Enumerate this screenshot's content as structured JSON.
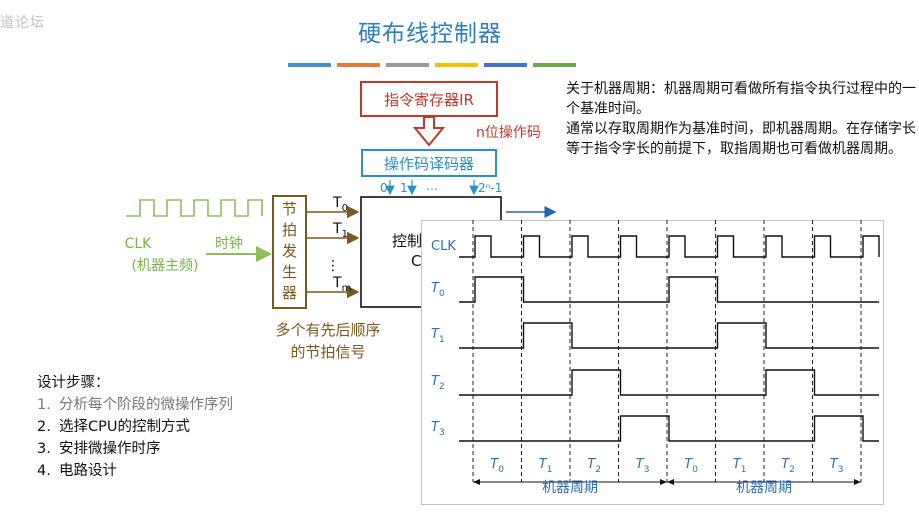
{
  "watermark": "道论坛",
  "title": "硬布线控制器",
  "title_bars": [
    "#4a8fcf",
    "#e07b39",
    "#9a9a9a",
    "#f2c200",
    "#4471c4",
    "#6aab46"
  ],
  "diagram": {
    "ir_label": "指令寄存器IR",
    "opcode_label": "n位操作码",
    "decoder_label": "操作码译码器",
    "decoder_out_0": "0",
    "decoder_out_1": "1",
    "decoder_dots": "…",
    "decoder_out_last": "2ⁿ-1",
    "clk_label": "CLK",
    "clk_sub_label": "(机器主频)",
    "clock_label": "时钟",
    "beat_gen_label": "节拍发生器",
    "beat_gen_chars": [
      "节",
      "拍",
      "发",
      "生",
      "器"
    ],
    "t0": "T",
    "t0_sub": "0",
    "t1": "T",
    "t1_sub": "1",
    "tdots": "⋮",
    "tm": "T",
    "tm_sub": "m",
    "controller_label": "控制",
    "controller_label2": "C",
    "beat_signal_line1": "多个有先后顺序",
    "beat_signal_line2": "的节拍信号"
  },
  "description": [
    "关于机器周期：机器周期可看做所有指令执行过程中的一个基准时间。",
    "通常以存取周期作为基准时间，即机器周期。在存储字长等于指令字长的前提下，取指周期也可看做机器周期。"
  ],
  "steps": {
    "heading": "设计步骤：",
    "items": [
      {
        "num": "1.",
        "text": "分析每个阶段的微操作序列"
      },
      {
        "num": "2.",
        "text": "选择CPU的控制方式"
      },
      {
        "num": "3.",
        "text": "安排微操作时序"
      },
      {
        "num": "4.",
        "text": "电路设计"
      }
    ]
  },
  "timing": {
    "signals": [
      {
        "label": "CLK",
        "sub": ""
      },
      {
        "label": "T",
        "sub": "0"
      },
      {
        "label": "T",
        "sub": "1"
      },
      {
        "label": "T",
        "sub": "2"
      },
      {
        "label": "T",
        "sub": "3"
      }
    ],
    "beats": [
      {
        "label": "T",
        "sub": "0"
      },
      {
        "label": "T",
        "sub": "1"
      },
      {
        "label": "T",
        "sub": "2"
      },
      {
        "label": "T",
        "sub": "3"
      },
      {
        "label": "T",
        "sub": "0"
      },
      {
        "label": "T",
        "sub": "1"
      },
      {
        "label": "T",
        "sub": "2"
      },
      {
        "label": "T",
        "sub": "3"
      }
    ],
    "cycle_label_1": "机器周期",
    "cycle_label_2": "机器周期"
  },
  "colors": {
    "title": "#2b7fbd",
    "ir_box": "#c0392b",
    "decoder": "#2b8fc8",
    "beat_gen": "#7a5a1e",
    "clock": "#8cbf5a"
  }
}
